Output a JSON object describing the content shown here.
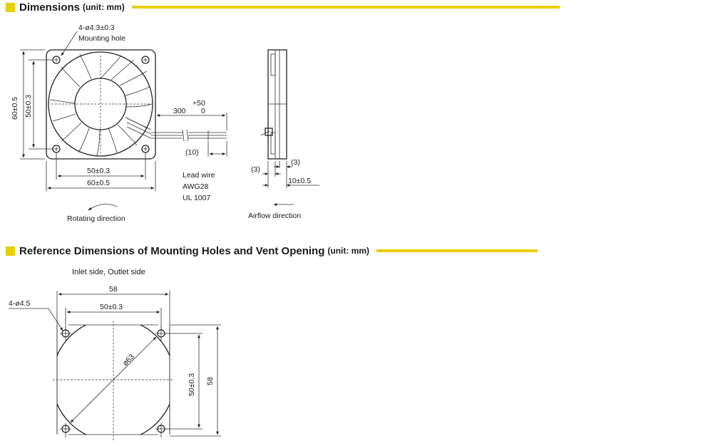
{
  "colors": {
    "accent": "#e8d000",
    "ink": "#1a1a1a"
  },
  "section1": {
    "title": "Dimensions",
    "unit": "(unit: mm)",
    "front_view": {
      "hole_callout": "4-ø4.3±0.3",
      "hole_label": "Mounting hole",
      "outer_height": "60±0.5",
      "inner_height": "50±0.3",
      "inner_width": "50±0.3",
      "outer_width": "60±0.5",
      "lead_length": "300",
      "lead_tol_plus": "+50",
      "lead_tol_minus": "0",
      "strip_length": "(10)",
      "lead_wire_lines": [
        "Lead wire",
        "AWG28",
        "UL 1007"
      ],
      "rotating_direction": "Rotating direction"
    },
    "side_view": {
      "dim_left": "(3)",
      "dim_right": "(3)",
      "thickness": "10±0.5",
      "airflow_direction": "Airflow direction"
    }
  },
  "section2": {
    "title": "Reference Dimensions of Mounting Holes and Vent Opening",
    "unit": "(unit: mm)",
    "side_label": "Inlet side, Outlet side",
    "outer_width": "58",
    "inner_width": "50±0.3",
    "hole_callout": "4-ø4.5",
    "diameter": "ø63",
    "inner_height": "50±0.3",
    "outer_height": "58"
  }
}
